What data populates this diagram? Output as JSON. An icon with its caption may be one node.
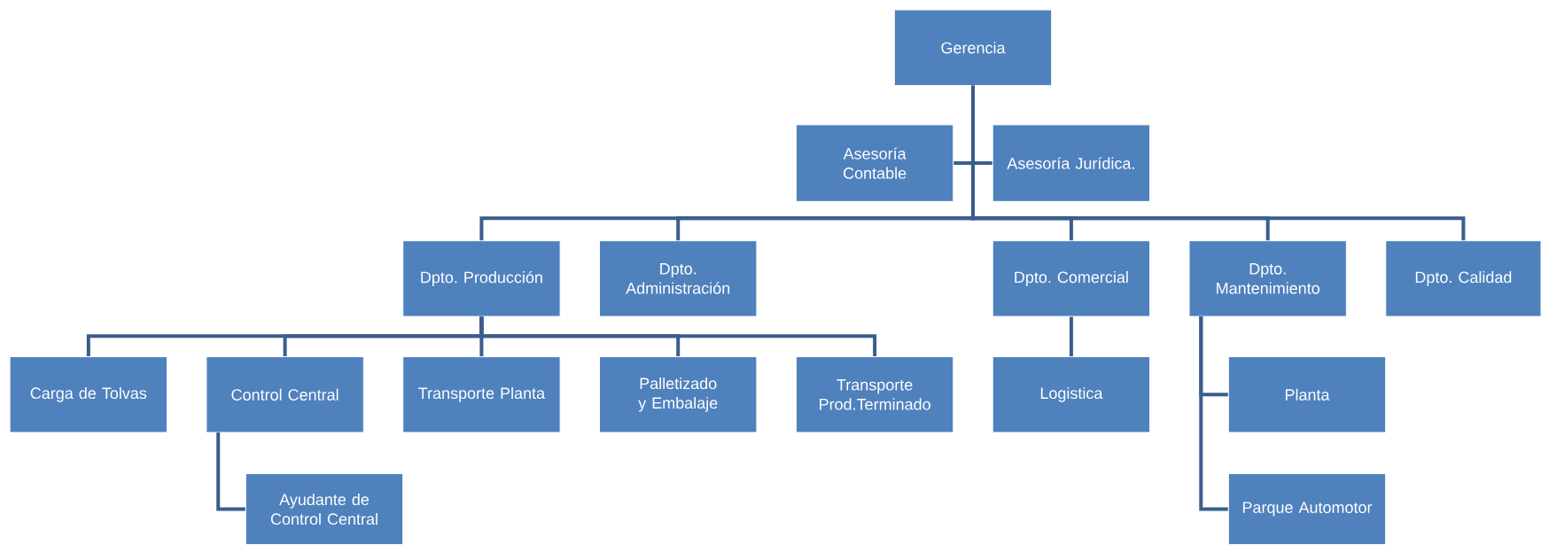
{
  "diagram": {
    "nodes": [
      {
        "text": [
          "Gerencia"
        ]
      },
      {
        "text": [
          "Asesoría Contable"
        ]
      },
      {
        "text": [
          "Asesoría Jurídica."
        ]
      },
      {
        "text": [
          "Dpto. Producción"
        ]
      },
      {
        "text": [
          "Dpto. Administración"
        ]
      },
      {
        "text": [
          "Dpto. Comercial"
        ]
      },
      {
        "text": [
          "Dpto. Mantenimiento"
        ]
      },
      {
        "text": [
          "Dpto. Calidad"
        ]
      },
      {
        "text": [
          "Carga de Tolvas"
        ]
      },
      {
        "text": [
          "Control Central"
        ]
      },
      {
        "text": [
          "Transporte Planta"
        ]
      },
      {
        "text": [
          "Palletizado y Embalaje"
        ]
      },
      {
        "text": [
          "Transporte Prod.Terminado"
        ]
      },
      {
        "text": [
          "Logistica"
        ]
      },
      {
        "text": [
          "Planta"
        ]
      },
      {
        "text": [
          "Ayudante de Control Central"
        ]
      },
      {
        "text": [
          "Parque Automotor"
        ]
      }
    ],
    "edges": [
      {
        "from": 0,
        "to": 1,
        "arrow": "none"
      },
      {
        "from": 0,
        "to": 2,
        "arrow": "none"
      },
      {
        "from": 0,
        "to": 3,
        "arrow": "none"
      },
      {
        "from": 0,
        "to": 4,
        "arrow": "none"
      },
      {
        "from": 0,
        "to": 5,
        "arrow": "none"
      },
      {
        "from": 0,
        "to": 6,
        "arrow": "none"
      },
      {
        "from": 0,
        "to": 7,
        "arrow": "none"
      },
      {
        "from": 3,
        "to": 8,
        "arrow": "none"
      },
      {
        "from": 3,
        "to": 9,
        "arrow": "none"
      },
      {
        "from": 3,
        "to": 10,
        "arrow": "none"
      },
      {
        "from": 3,
        "to": 11,
        "arrow": "none"
      },
      {
        "from": 3,
        "to": 12,
        "arrow": "none"
      },
      {
        "from": 5,
        "to": 13,
        "arrow": "none"
      },
      {
        "from": 6,
        "to": 14,
        "arrow": "none"
      },
      {
        "from": 9,
        "to": 15,
        "arrow": "none"
      },
      {
        "from": 6,
        "to": 16,
        "arrow": "none"
      }
    ]
  }
}
